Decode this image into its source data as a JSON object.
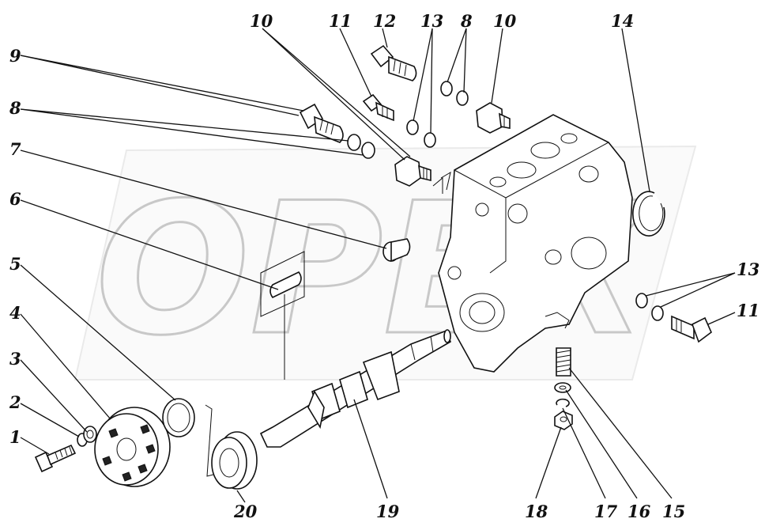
{
  "watermark": {
    "text": "ОРЕХ"
  },
  "callouts": [
    {
      "id": "c1",
      "label": "1"
    },
    {
      "id": "c2",
      "label": "2"
    },
    {
      "id": "c3",
      "label": "3"
    },
    {
      "id": "c4",
      "label": "4"
    },
    {
      "id": "c5",
      "label": "5"
    },
    {
      "id": "c6",
      "label": "6"
    },
    {
      "id": "c7",
      "label": "7"
    },
    {
      "id": "c8a",
      "label": "8"
    },
    {
      "id": "c9",
      "label": "9"
    },
    {
      "id": "c10a",
      "label": "10"
    },
    {
      "id": "c11a",
      "label": "11"
    },
    {
      "id": "c12",
      "label": "12"
    },
    {
      "id": "c13a",
      "label": "13"
    },
    {
      "id": "c8b",
      "label": "8"
    },
    {
      "id": "c10b",
      "label": "10"
    },
    {
      "id": "c14",
      "label": "14"
    },
    {
      "id": "c13b",
      "label": "13"
    },
    {
      "id": "c11b",
      "label": "11"
    },
    {
      "id": "c15",
      "label": "15"
    },
    {
      "id": "c16",
      "label": "16"
    },
    {
      "id": "c17",
      "label": "17"
    },
    {
      "id": "c18",
      "label": "18"
    },
    {
      "id": "c19",
      "label": "19"
    },
    {
      "id": "c20",
      "label": "20"
    }
  ]
}
